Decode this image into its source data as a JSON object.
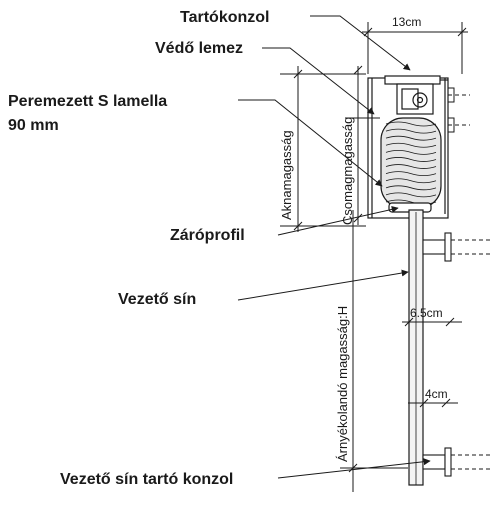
{
  "callouts": {
    "bracket": "Tartókonzol",
    "cover": "Védő lemez",
    "slat_line1": "Peremezett S lamella",
    "slat_line2": "90 mm",
    "end_profile": "Záróprofil",
    "rail": "Vezető sín",
    "rail_bracket": "Vezető sín tartó konzol"
  },
  "dimensions": {
    "box_width": "13cm",
    "rail_width": "6.5cm",
    "rail_depth": "4cm",
    "pit_height": "Aknamagasság",
    "package_height": "Csomagmagasság",
    "shaded_height": "Árnyékolandó magasság:H"
  },
  "colors": {
    "line": "#1a1a1a",
    "slat_pack": "#e6e6e6",
    "rail_fill": "#f4f4f4"
  }
}
